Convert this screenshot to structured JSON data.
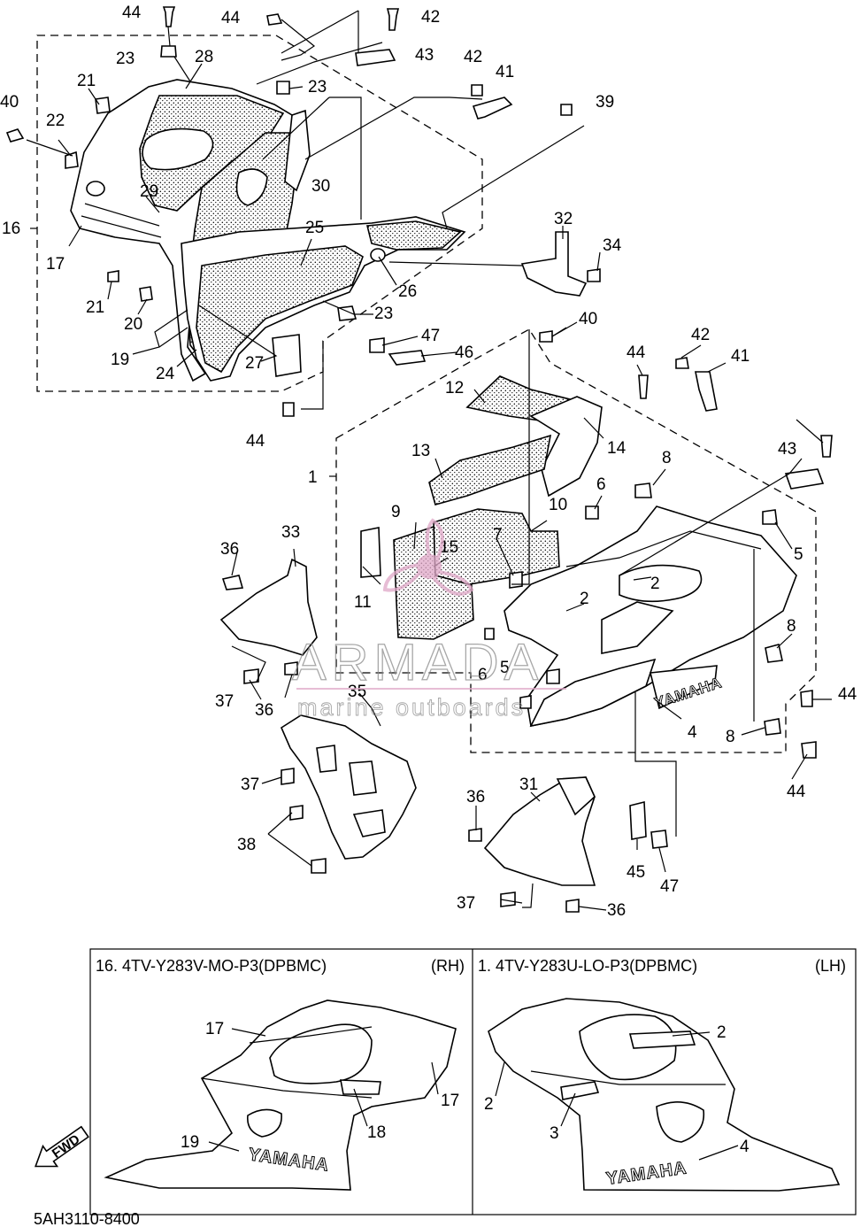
{
  "diagram_code": "5AH3110-8400",
  "fwd_label": "FWD",
  "watermark": {
    "brand": "ARMADA",
    "tagline": "marine outboards",
    "color": "#e0a8c8"
  },
  "callouts": [
    "1",
    "2",
    "2",
    "4",
    "5",
    "5",
    "6",
    "6",
    "7",
    "8",
    "8",
    "8",
    "9",
    "10",
    "11",
    "12",
    "13",
    "14",
    "15",
    "16",
    "17",
    "19",
    "20",
    "21",
    "21",
    "22",
    "23",
    "23",
    "23",
    "24",
    "25",
    "26",
    "27",
    "28",
    "29",
    "30",
    "31",
    "32",
    "33",
    "34",
    "35",
    "36",
    "36",
    "36",
    "36",
    "37",
    "37",
    "37",
    "38",
    "39",
    "40",
    "40",
    "41",
    "41",
    "42",
    "42",
    "42",
    "43",
    "43",
    "44",
    "44",
    "44",
    "44",
    "44",
    "44",
    "45",
    "46",
    "47",
    "47"
  ],
  "inset": {
    "rh": {
      "title": "16. 4TV-Y283V-MO-P3(DPBMC)",
      "side": "(RH)",
      "callouts": [
        "17",
        "17",
        "18",
        "19"
      ],
      "logo": "YAMAHA"
    },
    "lh": {
      "title": "1. 4TV-Y283U-LO-P3(DPBMC)",
      "side": "(LH)",
      "callouts": [
        "2",
        "2",
        "3",
        "4"
      ],
      "logo": "YAMAHA"
    }
  },
  "main_logo": "YAMAHA"
}
